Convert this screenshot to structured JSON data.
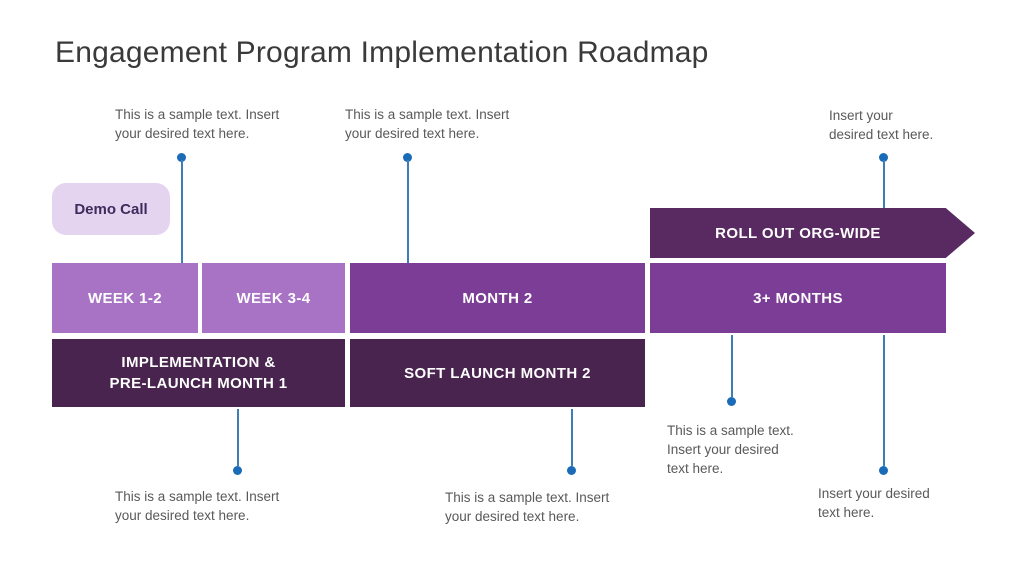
{
  "title": "Engagement Program Implementation Roadmap",
  "badge": {
    "label": "Demo Call"
  },
  "rollout": {
    "label": "ROLL OUT ORG-WIDE"
  },
  "phases": {
    "week12": {
      "label": "WEEK 1-2"
    },
    "week34": {
      "label": "WEEK 3-4"
    },
    "month2": {
      "label": "MONTH 2"
    },
    "months3plus": {
      "label": "3+ MONTHS"
    },
    "implementation": {
      "line1": "IMPLEMENTATION &",
      "line2": "PRE-LAUNCH MONTH 1"
    },
    "soft_launch": {
      "label": "SOFT LAUNCH MONTH 2"
    }
  },
  "callouts": {
    "top_left": {
      "lines": [
        "This is a sample text. Insert",
        "your desired text here."
      ]
    },
    "top_middle": {
      "lines": [
        "This is a sample text. Insert",
        "your desired text here."
      ]
    },
    "top_right": {
      "lines": [
        "Insert your",
        "desired text here."
      ]
    },
    "bottom_left": {
      "lines": [
        "This is a sample text. Insert",
        "your desired text here."
      ]
    },
    "bottom_middle": {
      "lines": [
        "This is a sample text. Insert",
        "your desired text here."
      ]
    },
    "right_middle": {
      "lines": [
        "This is a sample text.",
        "Insert your desired",
        "text here."
      ]
    },
    "bottom_right": {
      "lines": [
        "Insert your desired",
        "text here."
      ]
    }
  },
  "colors": {
    "week_bar": "#a873c5",
    "month_bar": "#7b3d96",
    "dark_bar": "#48244e",
    "rollout_arrow": "#582a61",
    "badge_background": "#e5d4f0",
    "badge_text": "#3f2b5c",
    "leader_line": "#3c7eb5",
    "leader_dot": "#1a6cb8",
    "callout_text": "#595959",
    "title_text": "#3a3a3a"
  }
}
